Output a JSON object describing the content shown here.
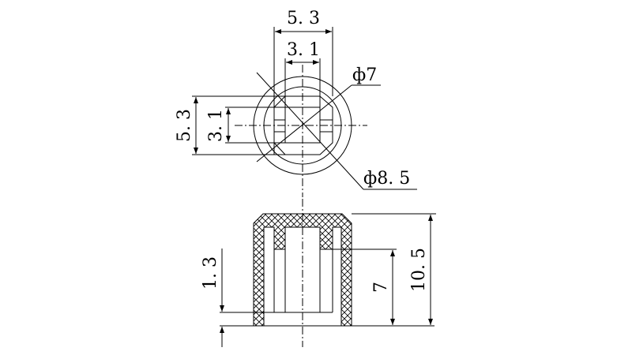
{
  "top_view": {
    "dim_width_outer": "5. 3",
    "dim_width_inner": "3. 1",
    "dim_height_outer": "5. 3",
    "dim_height_inner": "3. 1",
    "dim_inner_diameter": "ф7",
    "dim_outer_diameter": "ф8. 5"
  },
  "side_view": {
    "dim_total_height": "10. 5",
    "dim_stem_depth": "7",
    "dim_bottom_offset": "1. 3"
  }
}
